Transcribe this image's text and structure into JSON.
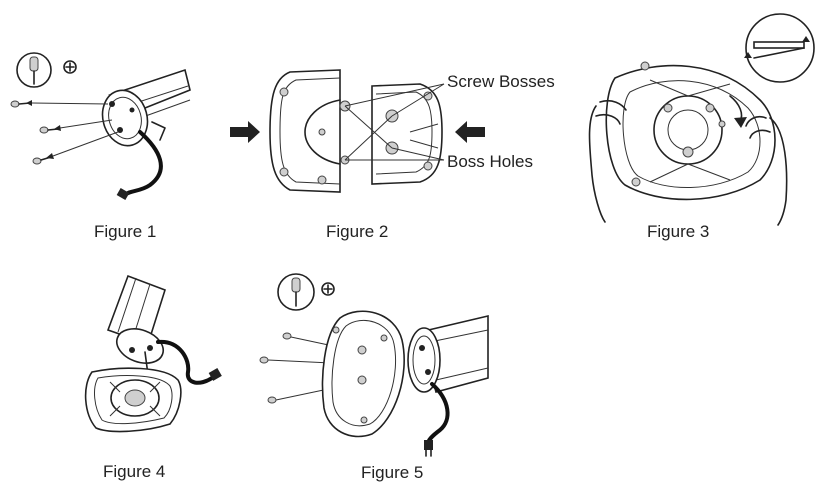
{
  "figures": [
    {
      "caption": "Figure 1"
    },
    {
      "caption": "Figure 2"
    },
    {
      "caption": "Figure 3"
    },
    {
      "caption": "Figure 4"
    },
    {
      "caption": "Figure 5"
    }
  ],
  "callouts": {
    "screw_bosses": "Screw Bosses",
    "boss_holes": "Boss Holes"
  },
  "icons": {
    "screwdriver": "screwdriver-icon",
    "phillips": "phillips-head-icon",
    "arrow": "direction-arrow-icon"
  }
}
